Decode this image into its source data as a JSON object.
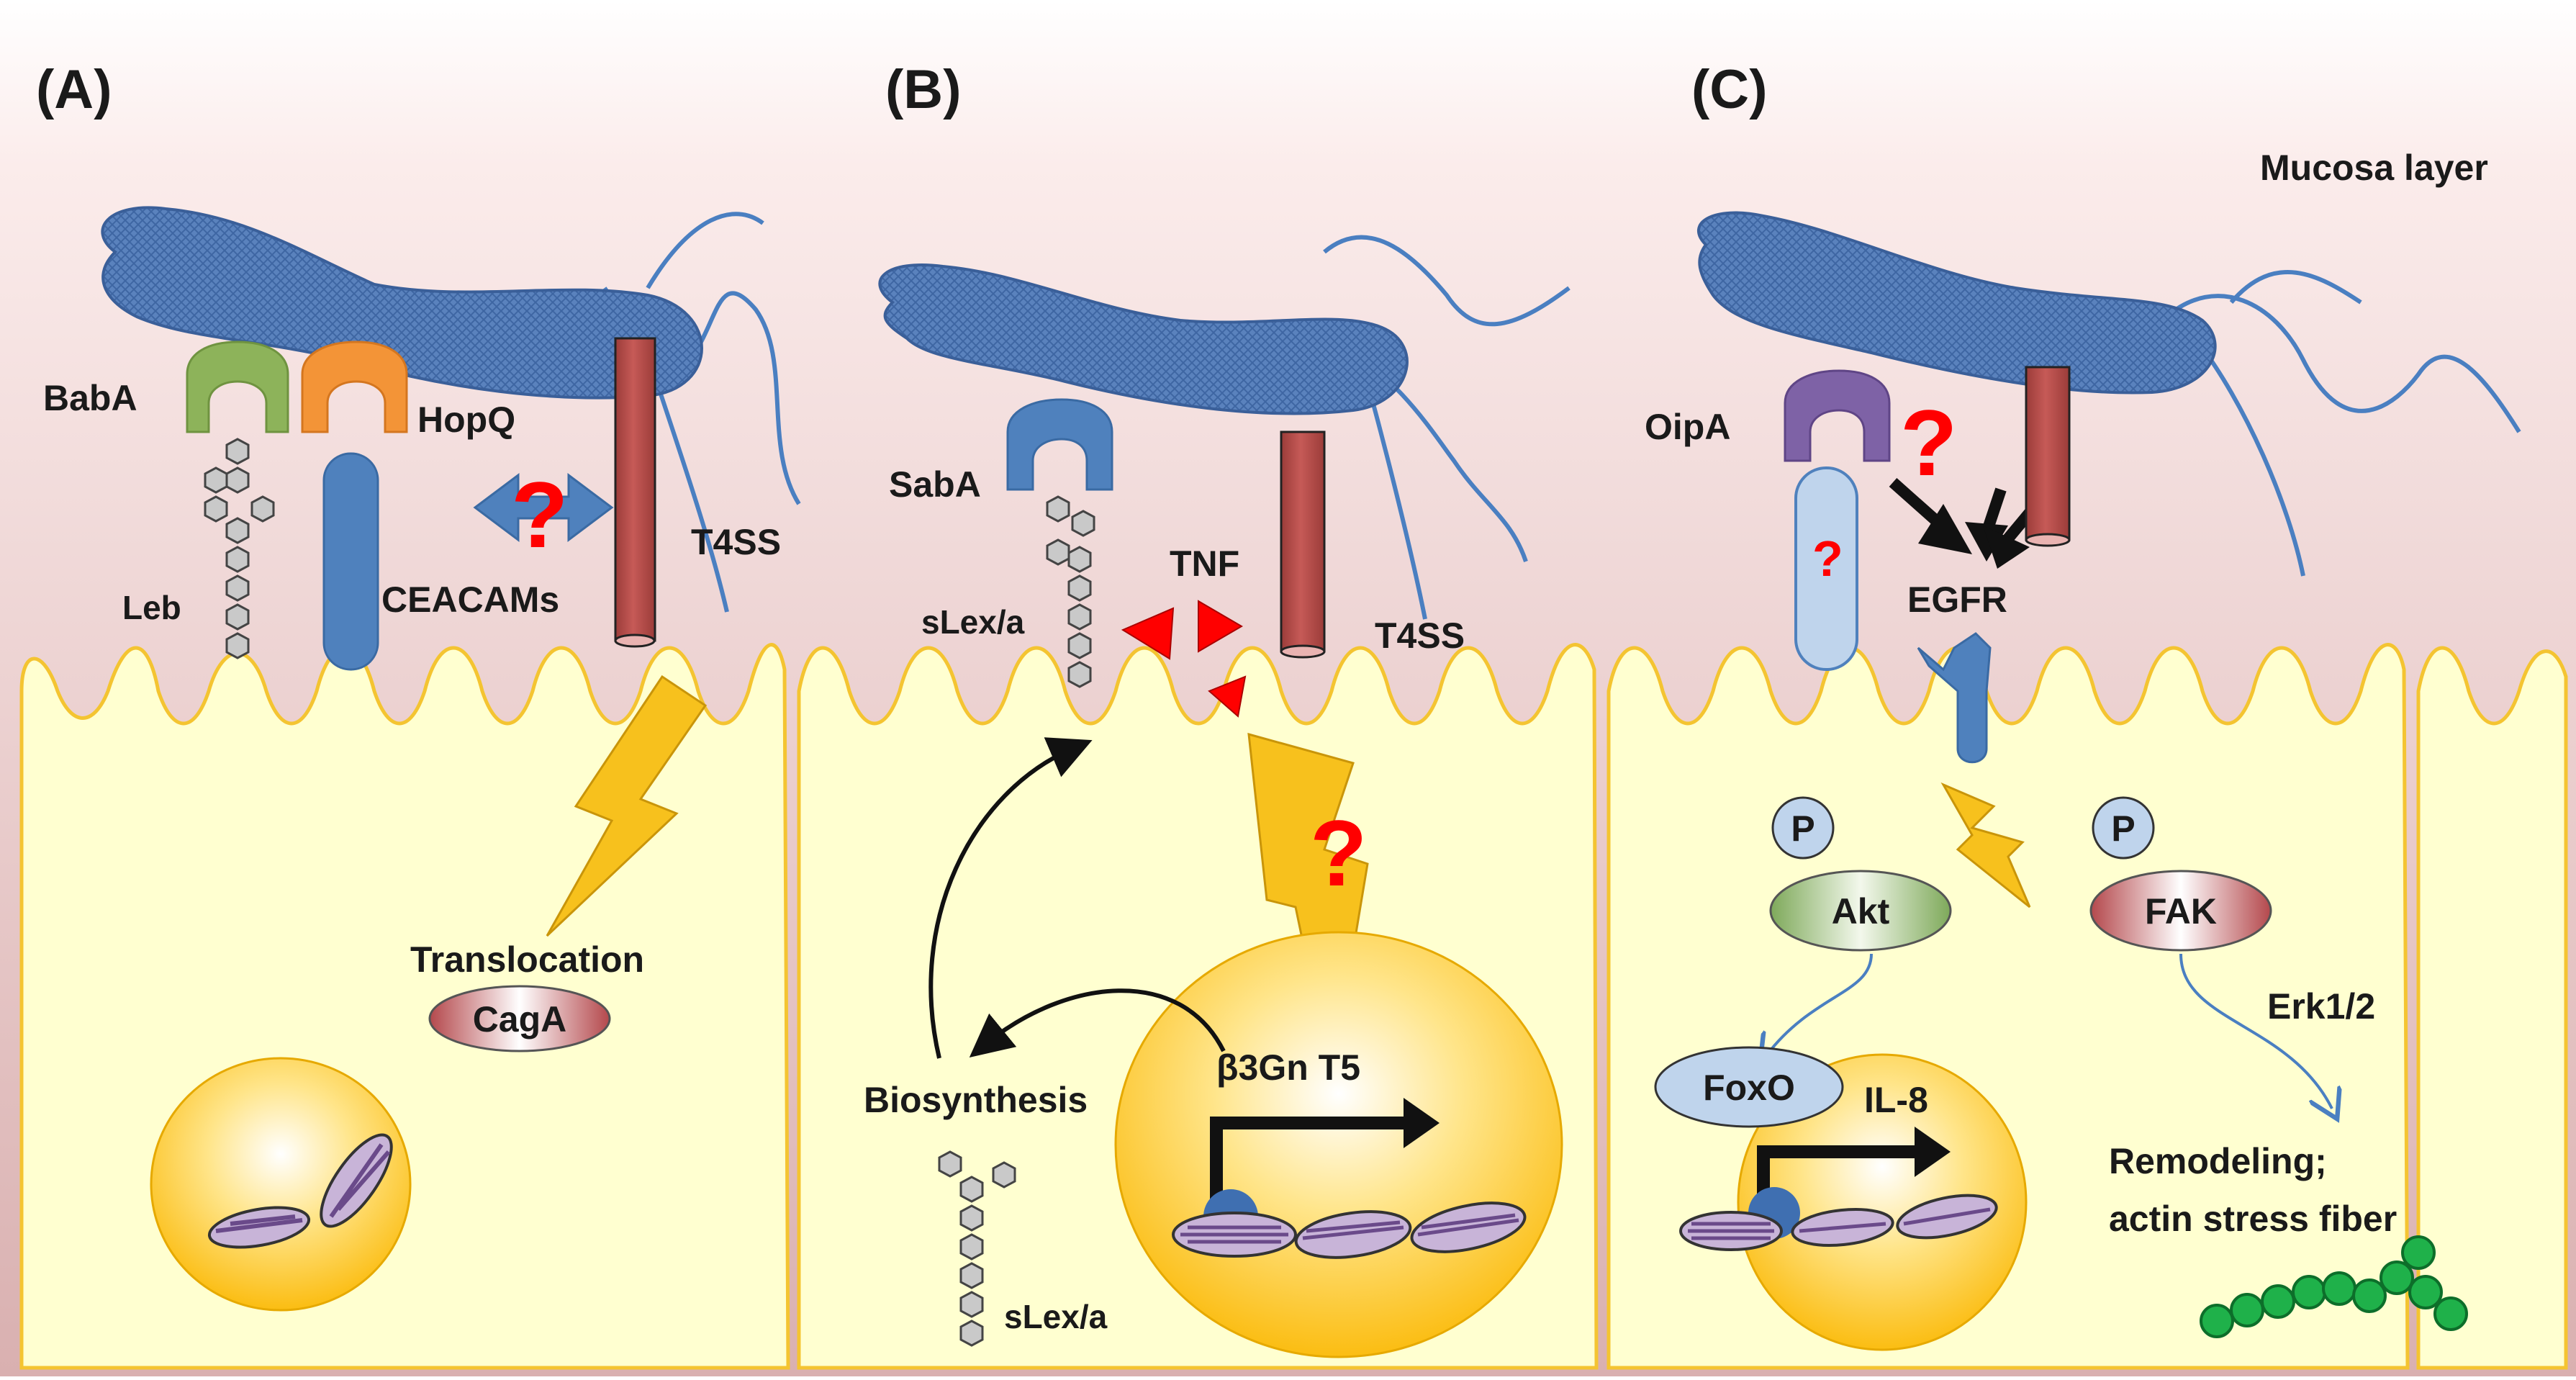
{
  "panels": {
    "a": {
      "label": "(A)",
      "babA": "BabA",
      "hopQ": "HopQ",
      "leb": "Leb",
      "ceacams": "CEACAMs",
      "t4ss": "T4SS",
      "translocation": "Translocation",
      "cagA": "CagA",
      "question": "?"
    },
    "b": {
      "label": "(B)",
      "sabA": "SabA",
      "sLexTop": "sLex/a",
      "tnf": "TNF",
      "t4ss": "T4SS",
      "biosynthesis": "Biosynthesis",
      "gene": "β3Gn T5",
      "sLexBottom": "sLex/a",
      "question": "?"
    },
    "c": {
      "label": "(C)",
      "mucosa": "Mucosa layer",
      "oipA": "OipA",
      "egfr": "EGFR",
      "p1": "P",
      "akt": "Akt",
      "p2": "P",
      "fak": "FAK",
      "foxo": "FoxO",
      "il8": "IL-8",
      "erk": "Erk1/2",
      "remodeling1": "Remodeling;",
      "remodeling2": "actin stress fiber",
      "question": "?",
      "receptorQuestion": "?"
    }
  },
  "colors": {
    "mucosaTop": "#fdf0ee",
    "mucosaBottom": "#dcb2b2",
    "cell": "#ffffd0",
    "cellBorder": "#f4c431",
    "bacterium": "#4f79b8",
    "flagella": "#4a7fc1",
    "t4ss": "#c0504d",
    "nucleus": "#fcc114",
    "bolt": "#f7c11d",
    "question": "#ff0000",
    "babA": "#8db35a",
    "hopQ": "#f39437",
    "receptor": "#4f81bd",
    "oipA": "#7e62a6",
    "tnfTriangle": "#ff0000",
    "actinBead": "#1fb14a"
  }
}
